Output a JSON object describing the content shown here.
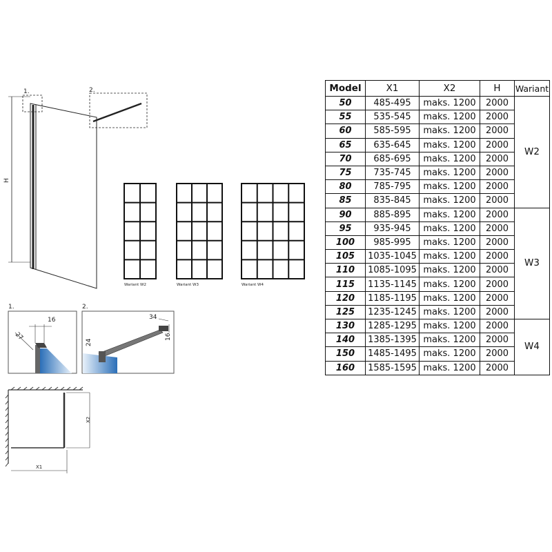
{
  "drawing": {
    "detail1": "1.",
    "detail2": "2.",
    "height_label": "H",
    "variants": [
      "Wariant W2",
      "Wariant W3",
      "Wariant W4"
    ],
    "d1_dims": [
      "16",
      "27"
    ],
    "d2_dims": [
      "34",
      "16",
      "24"
    ],
    "plan_x1": "X1",
    "plan_x2": "X2"
  },
  "table": {
    "headers": [
      "Model",
      "X1",
      "X2",
      "H",
      "Wariant"
    ],
    "rows": [
      [
        "50",
        "485-495",
        "maks. 1200",
        "2000"
      ],
      [
        "55",
        "535-545",
        "maks. 1200",
        "2000"
      ],
      [
        "60",
        "585-595",
        "maks. 1200",
        "2000"
      ],
      [
        "65",
        "635-645",
        "maks. 1200",
        "2000"
      ],
      [
        "70",
        "685-695",
        "maks. 1200",
        "2000"
      ],
      [
        "75",
        "735-745",
        "maks. 1200",
        "2000"
      ],
      [
        "80",
        "785-795",
        "maks. 1200",
        "2000"
      ],
      [
        "85",
        "835-845",
        "maks. 1200",
        "2000"
      ],
      [
        "90",
        "885-895",
        "maks. 1200",
        "2000"
      ],
      [
        "95",
        "935-945",
        "maks. 1200",
        "2000"
      ],
      [
        "100",
        "985-995",
        "maks. 1200",
        "2000"
      ],
      [
        "105",
        "1035-1045",
        "maks. 1200",
        "2000"
      ],
      [
        "110",
        "1085-1095",
        "maks. 1200",
        "2000"
      ],
      [
        "115",
        "1135-1145",
        "maks. 1200",
        "2000"
      ],
      [
        "120",
        "1185-1195",
        "maks. 1200",
        "2000"
      ],
      [
        "125",
        "1235-1245",
        "maks. 1200",
        "2000"
      ],
      [
        "130",
        "1285-1295",
        "maks. 1200",
        "2000"
      ],
      [
        "140",
        "1385-1395",
        "maks. 1200",
        "2000"
      ],
      [
        "150",
        "1485-1495",
        "maks. 1200",
        "2000"
      ],
      [
        "160",
        "1585-1595",
        "maks. 1200",
        "2000"
      ]
    ],
    "variant_groups": [
      {
        "label": "W2",
        "span": 8
      },
      {
        "label": "W3",
        "span": 8
      },
      {
        "label": "W4",
        "span": 4
      }
    ]
  }
}
